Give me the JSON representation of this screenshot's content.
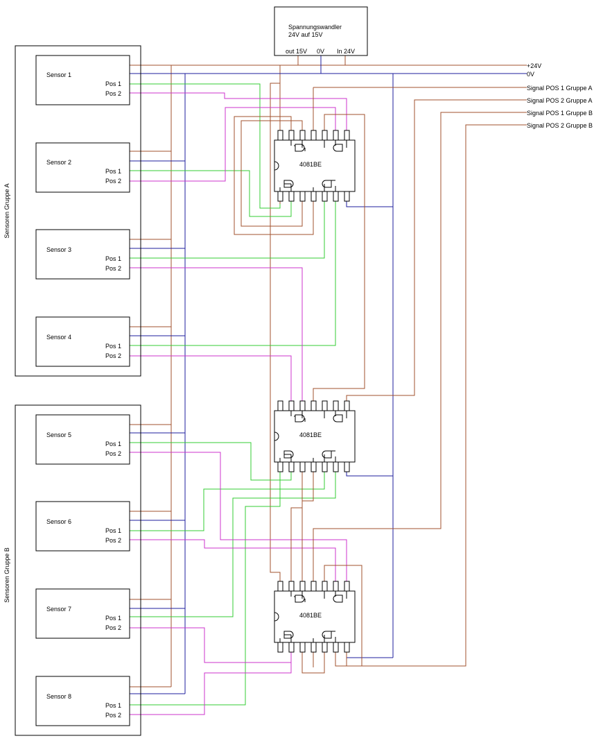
{
  "converter": {
    "title_line1": "Spannungswandler",
    "title_line2": "24V auf 15V",
    "pin_out": "out 15V",
    "pin_gnd": "0V",
    "pin_in": "In 24V"
  },
  "groups": [
    {
      "label": "Sensoren Gruppe A"
    },
    {
      "label": "Sensoren Gruppe B"
    }
  ],
  "sensors": [
    {
      "name": "Sensor 1",
      "pos1": "Pos 1",
      "pos2": "Pos 2"
    },
    {
      "name": "Sensor 2",
      "pos1": "Pos 1",
      "pos2": "Pos 2"
    },
    {
      "name": "Sensor 3",
      "pos1": "Pos 1",
      "pos2": "Pos 2"
    },
    {
      "name": "Sensor 4",
      "pos1": "Pos 1",
      "pos2": "Pos 2"
    },
    {
      "name": "Sensor 5",
      "pos1": "Pos 1",
      "pos2": "Pos 2"
    },
    {
      "name": "Sensor 6",
      "pos1": "Pos 1",
      "pos2": "Pos 2"
    },
    {
      "name": "Sensor 7",
      "pos1": "Pos 1",
      "pos2": "Pos 2"
    },
    {
      "name": "Sensor 8",
      "pos1": "Pos 1",
      "pos2": "Pos 2"
    }
  ],
  "chips": [
    {
      "label": "4081BE"
    },
    {
      "label": "4081BE"
    },
    {
      "label": "4081BE"
    }
  ],
  "outputs": {
    "plus24": "+24V",
    "zero": "0V",
    "pos1_a": "Signal POS 1 Gruppe A",
    "pos2_a": "Signal POS 2 Gruppe A",
    "pos1_b": "Signal POS 1 Gruppe B",
    "pos2_b": "Signal POS 2 Gruppe B"
  },
  "colors": {
    "power": "#a0522d",
    "ground": "#1c1c9c",
    "pos1": "#33cc33",
    "pos2": "#cc33cc",
    "signal": "#b5471b",
    "outline": "#000000"
  }
}
